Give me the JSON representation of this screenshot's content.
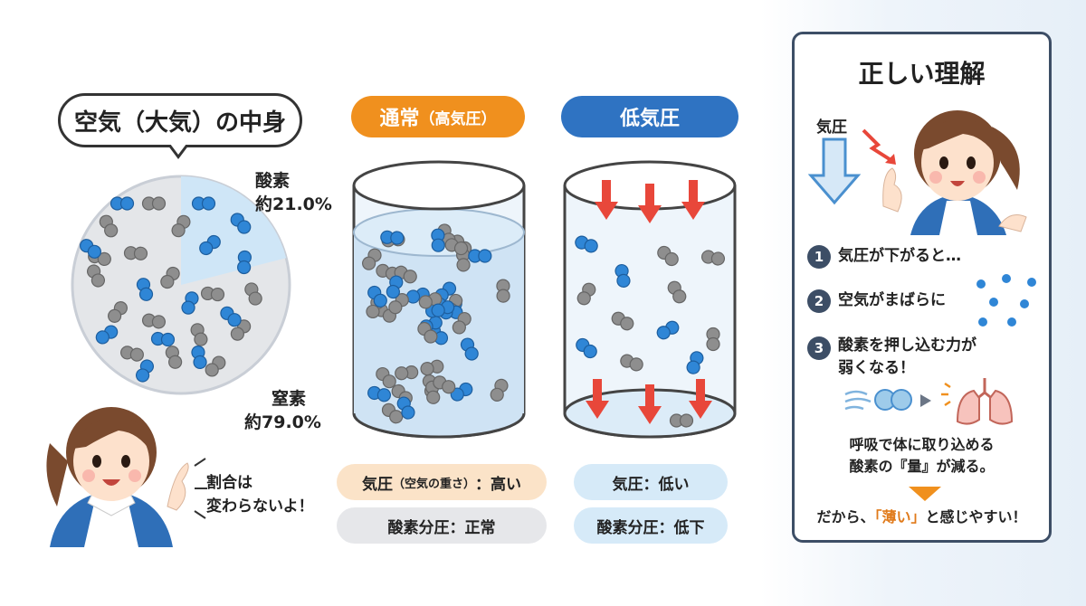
{
  "left": {
    "title": "空気（大気）の中身",
    "oxygen_name": "酸素",
    "oxygen_value": "約21.0%",
    "nitrogen_name": "窒素",
    "nitrogen_value": "約79.0%",
    "oxygen_share": 0.21,
    "speech_line1": "割合は",
    "speech_line2": "変わらないよ！"
  },
  "normal": {
    "header": "通常",
    "header_sub": "（高気圧）",
    "pressure_label": "気圧",
    "pressure_sub": "（空気の重さ）",
    "pressure_value": "：高い",
    "partial": "酸素分圧：正常"
  },
  "low": {
    "header": "低気圧",
    "pressure": "気圧：低い",
    "partial": "酸素分圧：低下"
  },
  "panel": {
    "title": "正しい理解",
    "pressure_word": "気圧",
    "steps": [
      {
        "num": "1",
        "text": "気圧が下がると…"
      },
      {
        "num": "2",
        "text": "空気がまばらに"
      },
      {
        "num": "3",
        "line1": "酸素を押し込む力が",
        "line2": "弱くなる！"
      }
    ],
    "body_line1": "呼吸で体に取り込める",
    "body_line2": "酸素の『量』が減る。",
    "conclusion_pre": "だから、",
    "conclusion_hl": "「薄い」",
    "conclusion_post": "と感じやすい！"
  },
  "colors": {
    "oxygen": "#2f86d6",
    "nitrogen": "#8e8e8e",
    "normal_accent": "#f0901e",
    "low_accent": "#2f73c2",
    "arrow_red": "#e8473a",
    "panel_border": "#3d4e66"
  },
  "icons": [
    "down-arrow-icon",
    "lightning-arrow-icon",
    "lung-icon",
    "wind-icon",
    "play-arrow-icon"
  ]
}
